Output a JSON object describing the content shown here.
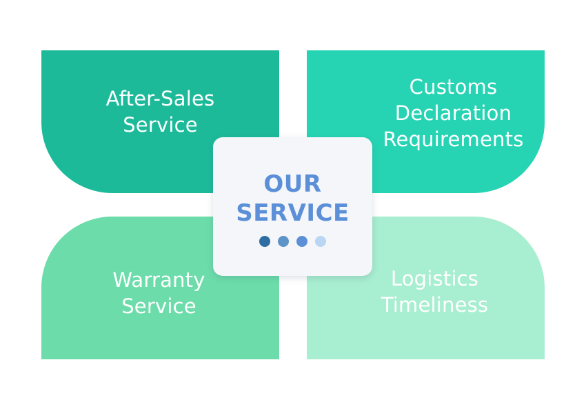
{
  "center": {
    "title": "OUR\nSERVICE",
    "title_color": "#5b8fd8",
    "dot_colors": [
      "#2f6ea3",
      "#5e93c8",
      "#5b8fd8",
      "#b9d6f3"
    ]
  },
  "quadrants": [
    {
      "id": "top-left",
      "label": "After-Sales\nService",
      "color": "#1dba9a"
    },
    {
      "id": "top-right",
      "label": "Customs\nDeclaration\nRequirements",
      "color": "#26d4b4"
    },
    {
      "id": "bottom-left",
      "label": "Warranty\nService",
      "color": "#6cdcaa"
    },
    {
      "id": "bottom-right",
      "label": "Logistics\nTimeliness",
      "color": "#a8eed0"
    }
  ]
}
